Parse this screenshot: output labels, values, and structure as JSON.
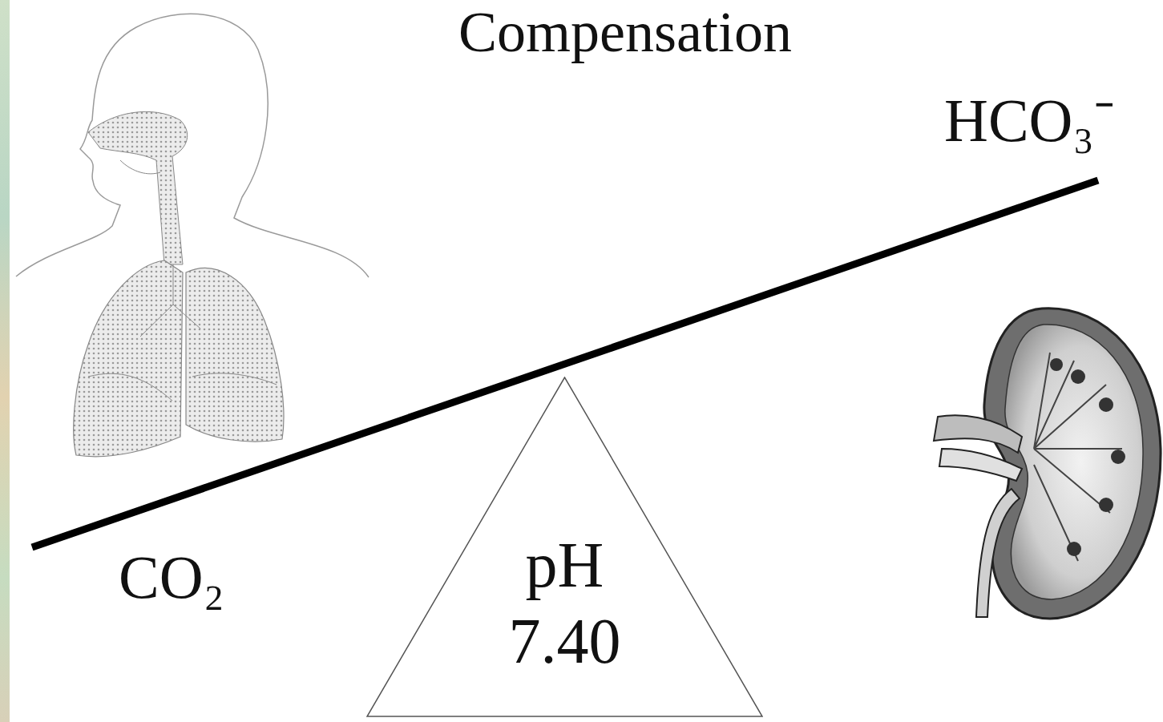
{
  "diagram": {
    "title": "Compensation",
    "nodes": [
      {
        "text": [
          "pH",
          "7.40"
        ]
      }
    ],
    "labels": [
      "HCO₃⁻",
      "CO₂"
    ]
  }
}
